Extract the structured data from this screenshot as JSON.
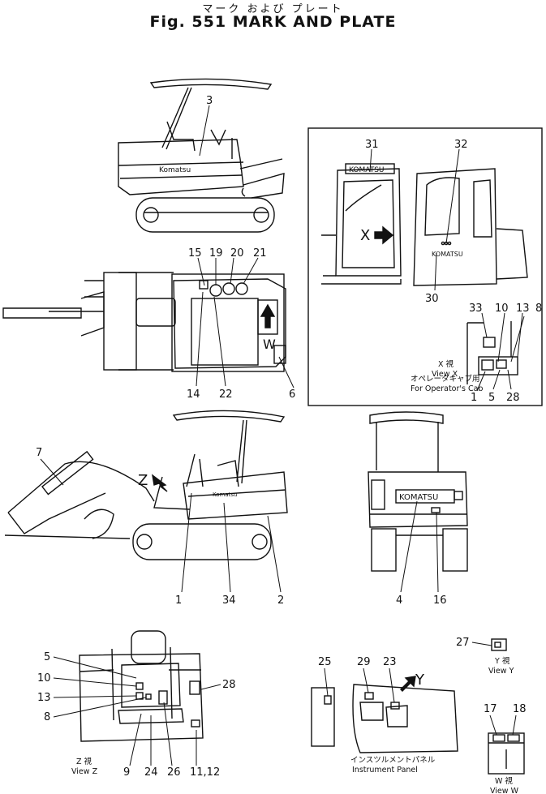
{
  "header": {
    "title_jp": "マーク および プレート",
    "title": "Fig. 551 MARK AND PLATE"
  },
  "callouts": [
    "3",
    "15",
    "19",
    "20",
    "21",
    "14",
    "22",
    "6",
    "31",
    "32",
    "30",
    "33",
    "10",
    "13",
    "8",
    "1",
    "5",
    "28",
    "7",
    "1",
    "34",
    "2",
    "4",
    "16",
    "5",
    "10",
    "13",
    "8",
    "28",
    "9",
    "24",
    "26",
    "11,12",
    "25",
    "29",
    "23",
    "27",
    "17",
    "18"
  ],
  "labels": {
    "x_marker": "X",
    "w_marker": "W",
    "z_marker": "Z",
    "y_marker": "Y",
    "brand": "KOMATSU",
    "cab_jp": "オペレータキャブ用",
    "cab_en": "For Operator's Cab",
    "view_x_jp": "X 視",
    "view_x": "View X",
    "view_z_jp": "Z 視",
    "view_z": "View Z",
    "view_y_jp": "Y 視",
    "view_y": "View Y",
    "view_w_jp": "W 視",
    "view_w": "View W",
    "panel_jp": "インスツルメントパネル",
    "panel_en": "Instrument Panel"
  }
}
